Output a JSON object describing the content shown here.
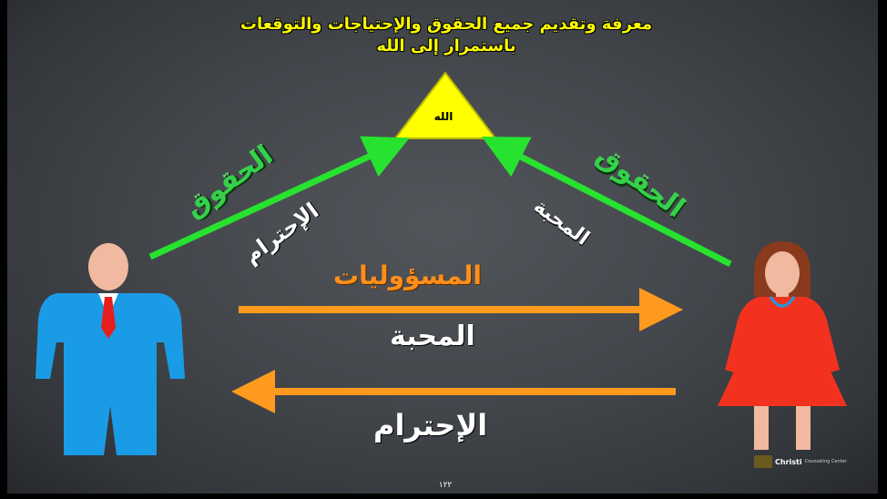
{
  "title_line_1": "معرفة وتقديم جميع الحقوق والإحتياجات والتوقعات",
  "title_line_2": "باستمرار إلى الله",
  "triangle_label": "الله",
  "labels": {
    "rights_left": "الحقوق",
    "rights_right": "الحقوق",
    "respect_diagonal": "الإحترام",
    "love_diagonal": "المحبة",
    "responsibilities": "المسؤوليات",
    "love": "المحبة",
    "respect": "الإحترام"
  },
  "page_number": "١٢٢",
  "logo": {
    "word": "Christi",
    "subtext": "Counseling Center"
  },
  "colors": {
    "background": "#43474c",
    "title": "#ffff00",
    "triangle": "#ffff00",
    "green_arrows": "#27e22f",
    "orange_arrows": "#ff9a1f",
    "man_suit": "#1a9be6",
    "man_tie": "#e61e1e",
    "woman_dress": "#f2321f",
    "skin": "#f0b9a0",
    "woman_hair": "#8a3a1c"
  },
  "icons": {
    "man": "man-figure-icon",
    "woman": "woman-figure-icon",
    "triangle": "triangle-icon"
  }
}
